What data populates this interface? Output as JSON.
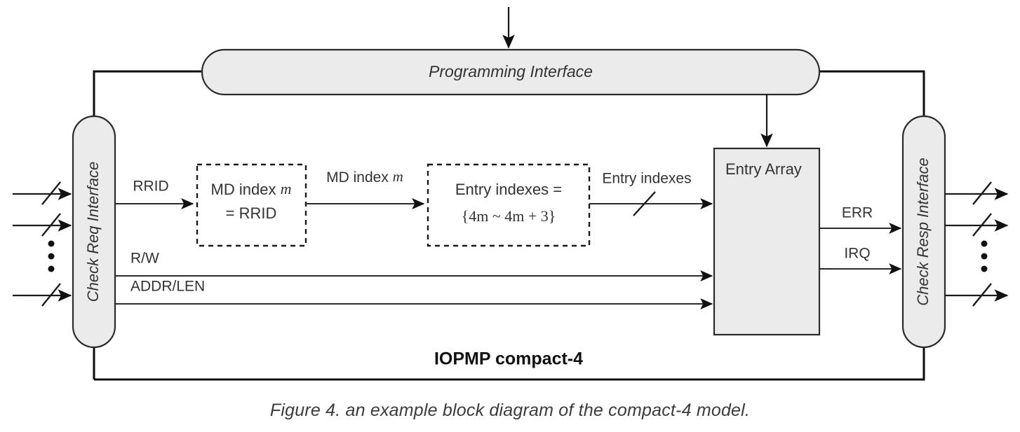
{
  "figure": {
    "caption": "Figure 4. an example block diagram of the compact-4 model.",
    "model_title": "IOPMP compact-4"
  },
  "blocks": {
    "programming_interface": {
      "label": "Programming Interface",
      "shape": "rounded-pill",
      "fill": "#ebebeb"
    },
    "check_req_interface": {
      "label": "Check Req Interface",
      "shape": "vertical-pill",
      "fill": "#ebebeb"
    },
    "check_resp_interface": {
      "label": "Check Resp Interface",
      "shape": "vertical-pill",
      "fill": "#ebebeb"
    },
    "entry_array": {
      "label": "Entry Array",
      "shape": "rectangle",
      "fill": "#ebebeb"
    },
    "md_index": {
      "line1": "MD index ",
      "line1_italic": "m",
      "line2": "= RRID",
      "shape": "dashed-rectangle"
    },
    "entry_indexes": {
      "line1": "Entry indexes =",
      "line2": "{4m ~ 4m + 3}",
      "shape": "dashed-rectangle"
    }
  },
  "signals": {
    "rrid": "RRID",
    "rw": "R/W",
    "addr_len": "ADDR/LEN",
    "md_index_m_prefix": "MD index ",
    "md_index_m_var": "m",
    "entry_indexes": "Entry indexes",
    "err": "ERR",
    "irq": "IRQ"
  },
  "colors": {
    "block_fill": "#ebebeb",
    "stroke": "#1a1a1a",
    "text": "#333333",
    "background": "#ffffff"
  }
}
